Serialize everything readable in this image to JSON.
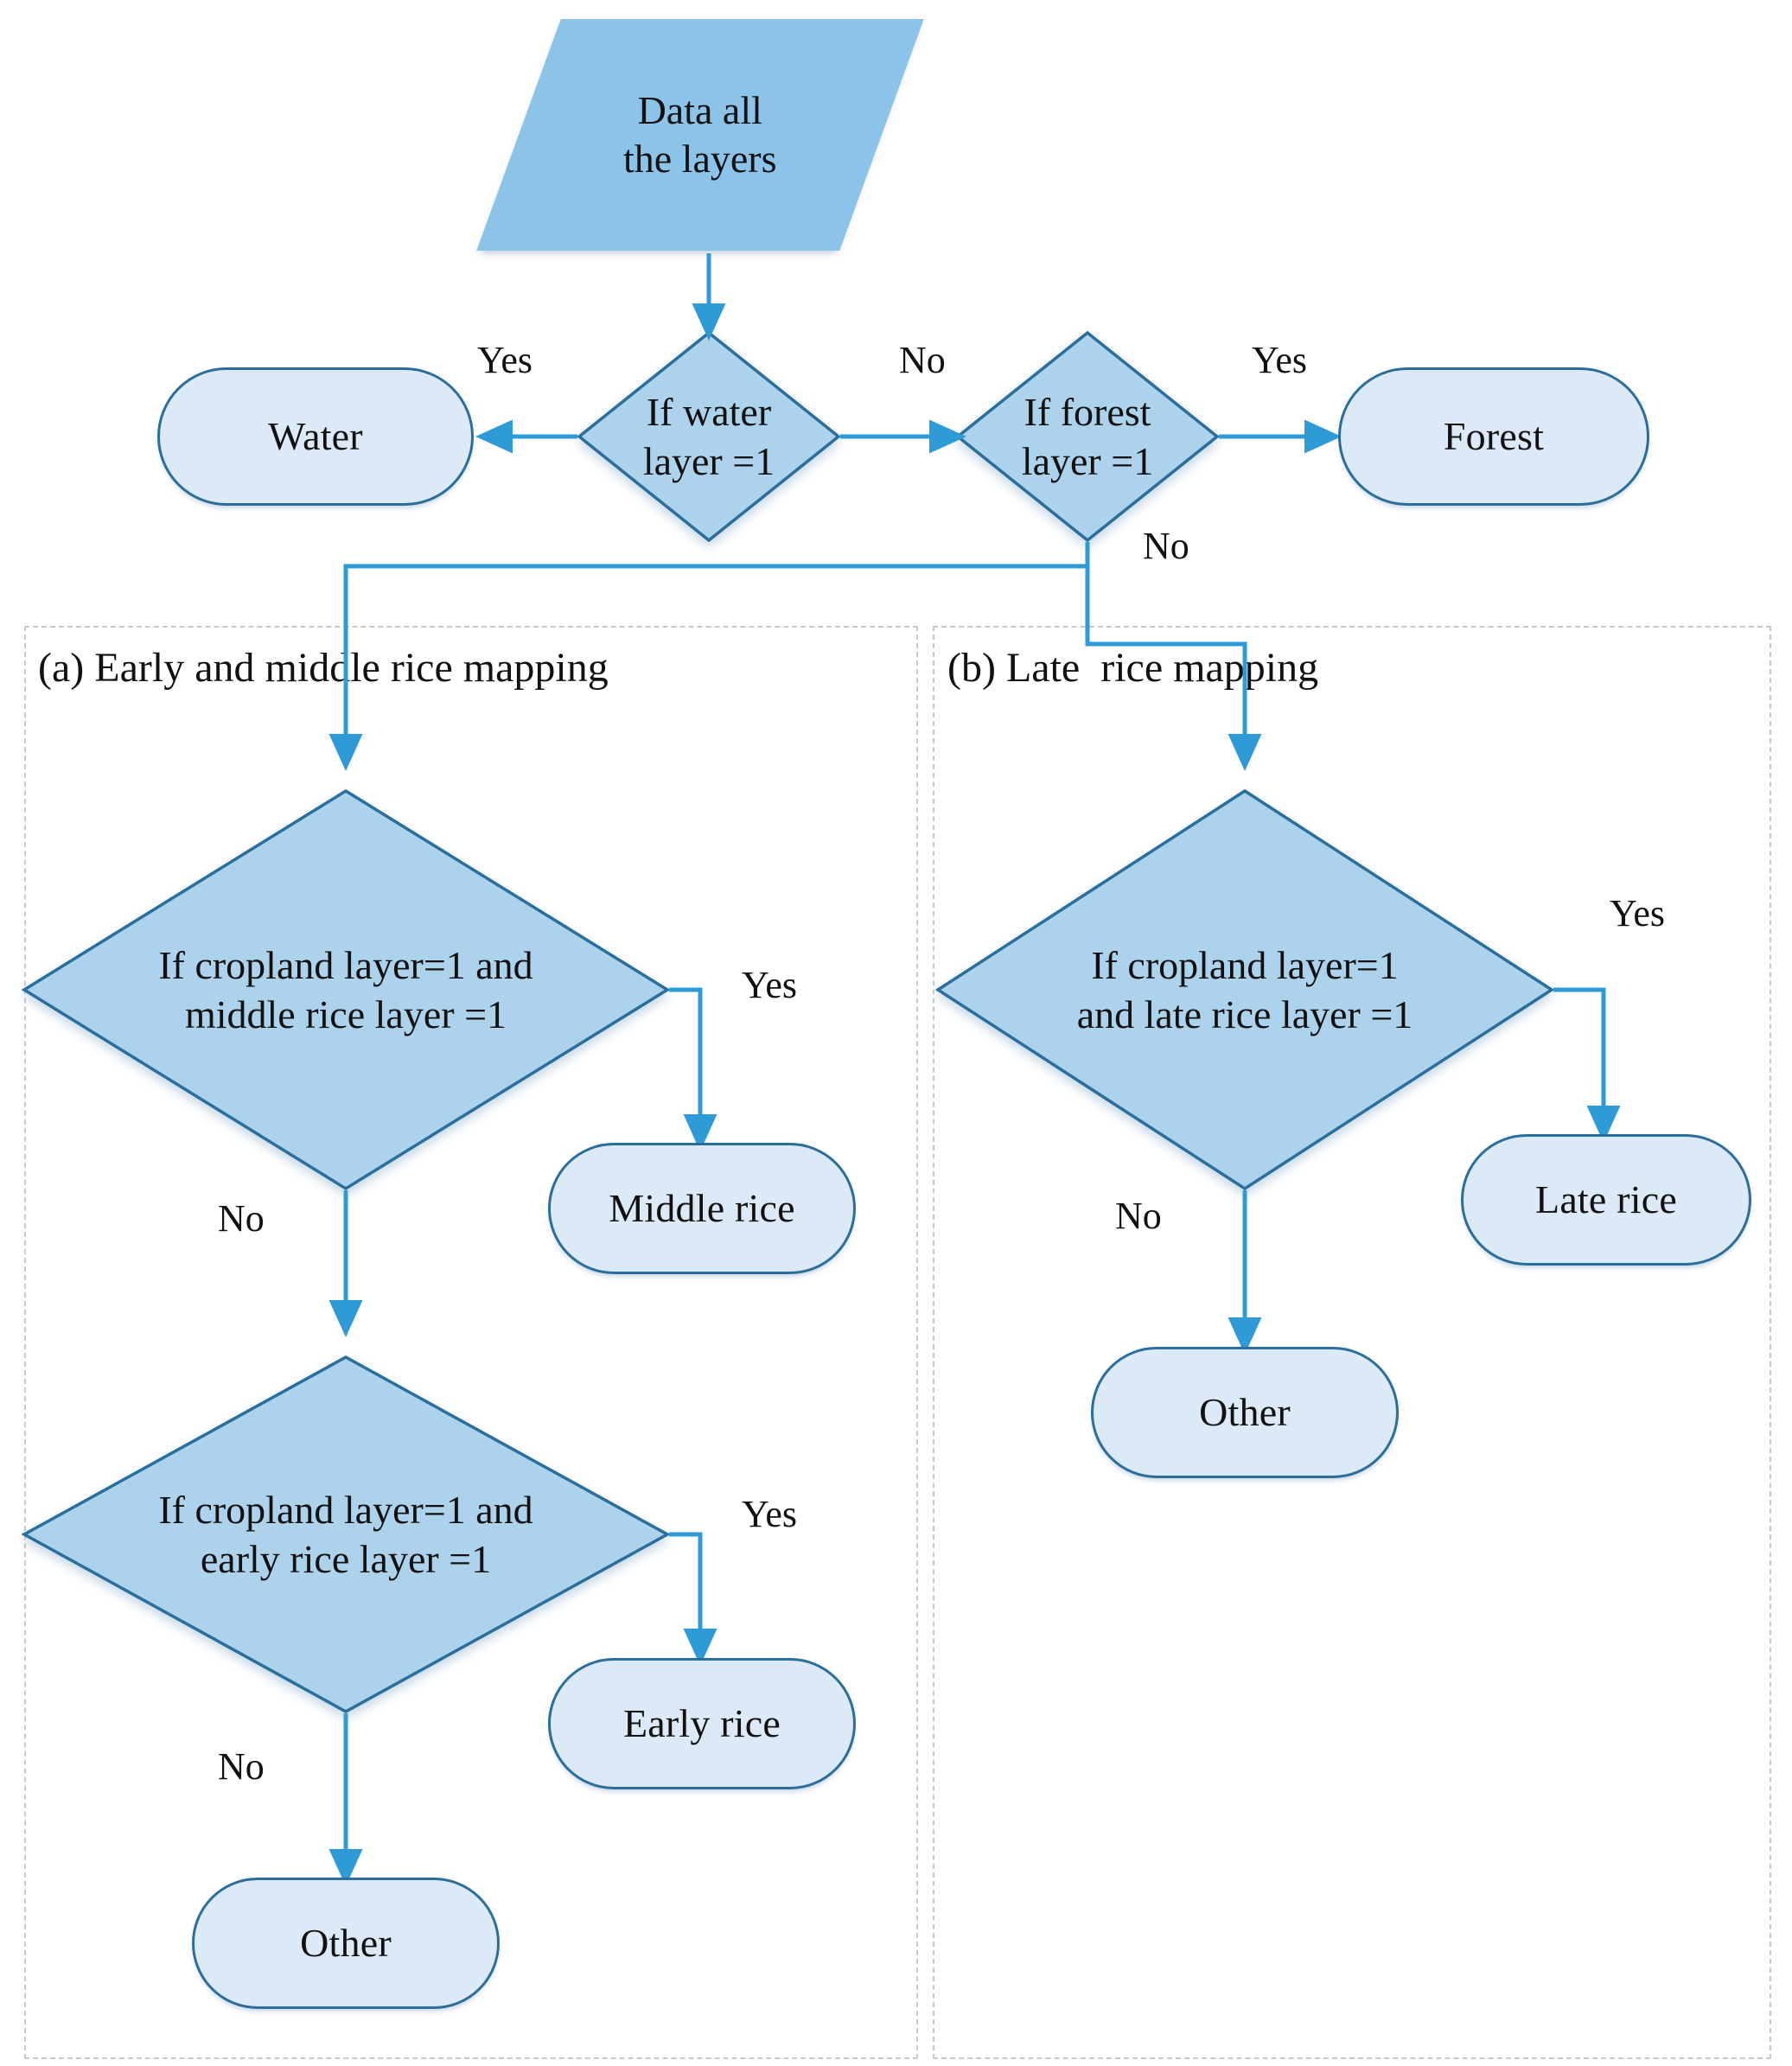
{
  "diagram": {
    "title_hidden": "",
    "colors": {
      "parallelogram_fill": "#8CC3E8",
      "diamond_fill": "#ADD2EC",
      "diamond_stroke": "#2B6E9B",
      "box_fill": "#DCEAF7",
      "box_stroke": "#2B6E9B",
      "connector": "#2E9BD6",
      "panel_border": "#c9c9c9",
      "text": "#111111"
    },
    "start": {
      "label": "Data all\nthe layers",
      "line1": "Data all",
      "line2": "the layers"
    },
    "decisions": {
      "water": {
        "line1": "If water",
        "line2": "layer =1"
      },
      "forest": {
        "line1": "If forest",
        "line2": "layer =1"
      },
      "middle_rice": {
        "line1": "If cropland layer=1 and",
        "line2": "middle rice layer =1"
      },
      "early_rice": {
        "line1": "If cropland layer=1 and",
        "line2": "early rice layer =1"
      },
      "late_rice": {
        "line1": "If cropland layer=1",
        "line2": "and late rice layer =1"
      }
    },
    "terminals": {
      "water": "Water",
      "forest": "Forest",
      "middle_rice": "Middle rice",
      "early_rice": "Early  rice",
      "other_a": "Other",
      "late_rice": "Late rice",
      "other_b": "Other"
    },
    "edge_labels": {
      "water_yes": "Yes",
      "water_no": "No",
      "forest_yes": "Yes",
      "forest_no": "No",
      "middle_yes": "Yes",
      "middle_no": "No",
      "early_yes": "Yes",
      "early_no": "No",
      "late_yes": "Yes",
      "late_no": "No"
    },
    "panels": {
      "a": {
        "title": "(a) Early and middle rice mapping"
      },
      "b": {
        "title": "(b) Late  rice mapping"
      }
    }
  }
}
